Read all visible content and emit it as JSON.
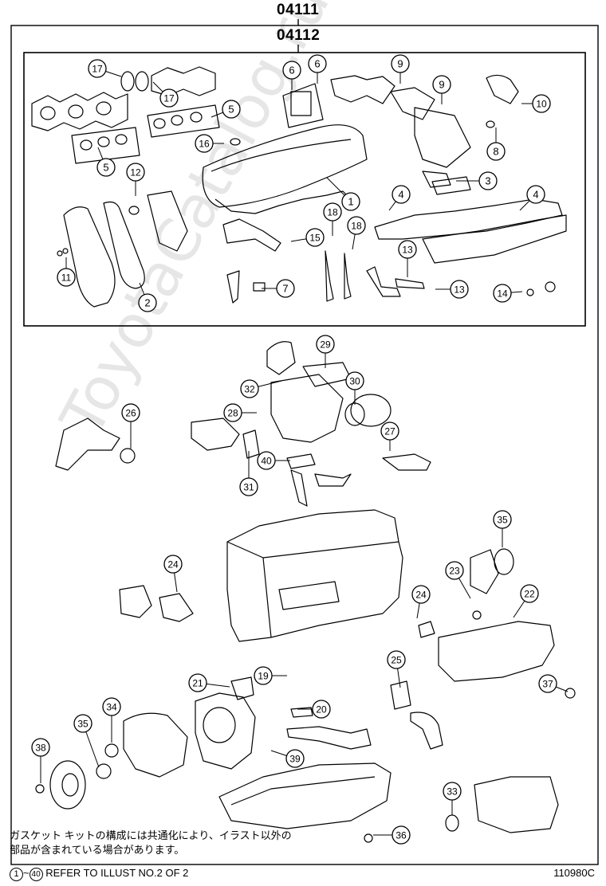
{
  "header": {
    "outer_code": "04111",
    "inner_code": "04112"
  },
  "callouts": [
    "1",
    "2",
    "3",
    "4",
    "4",
    "5",
    "5",
    "6",
    "6",
    "7",
    "8",
    "9",
    "9",
    "10",
    "11",
    "12",
    "13",
    "13",
    "14",
    "15",
    "16",
    "17",
    "17",
    "18",
    "18",
    "19",
    "20",
    "21",
    "22",
    "23",
    "24",
    "24",
    "25",
    "26",
    "27",
    "28",
    "29",
    "30",
    "31",
    "32",
    "33",
    "34",
    "35",
    "35",
    "36",
    "37",
    "38",
    "39",
    "40"
  ],
  "note": {
    "line1": "ガスケット キットの構成には共通化により、イラスト以外の",
    "line2": "部品が含まれている場合があります。"
  },
  "footer": {
    "range_start": "1",
    "range_end": "40",
    "refer_text": "REFER TO ILLUST NO.2 OF 2",
    "illustration_id": "110980C"
  },
  "watermark": "ToyotaCatalog.ru"
}
